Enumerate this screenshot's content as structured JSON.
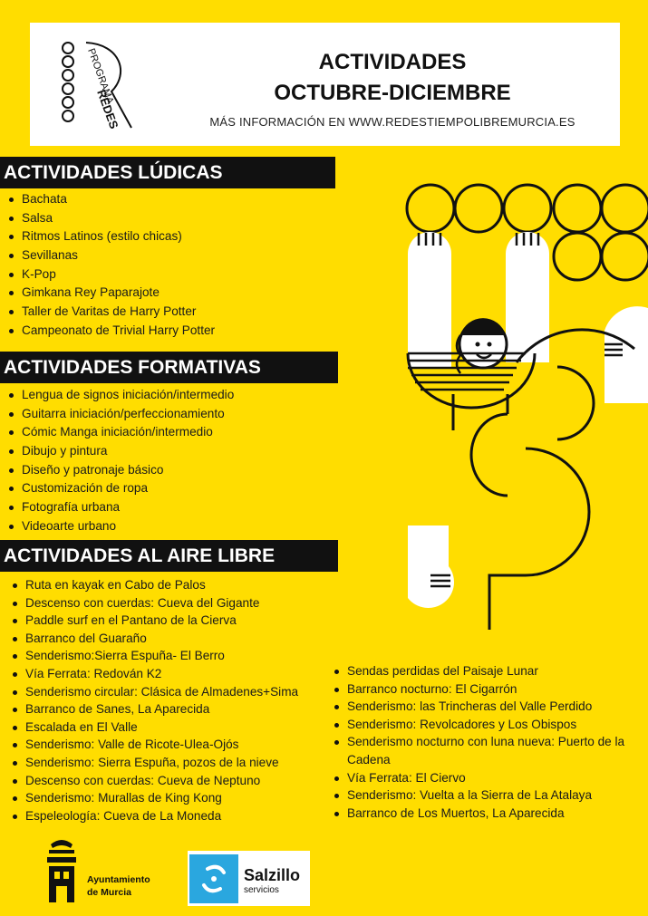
{
  "header": {
    "logo_text_1": "PROGRAMA",
    "logo_text_2": "REDES",
    "title_line1": "ACTIVIDADES",
    "title_line2": "OCTUBRE-DICIEMBRE",
    "info": "MÁS INFORMACIÓN EN WWW.REDESTIEMPOLIBREMURCIA.ES"
  },
  "sections": {
    "ludicas": {
      "title": "ACTIVIDADES LÚDICAS",
      "items": [
        "Bachata",
        "Salsa",
        "Ritmos Latinos (estilo chicas)",
        "Sevillanas",
        "K-Pop",
        "Gimkana Rey Paparajote",
        "Taller de Varitas de Harry Potter",
        "Campeonato de Trivial Harry Potter"
      ]
    },
    "formativas": {
      "title": "ACTIVIDADES FORMATIVAS",
      "items": [
        "Lengua de signos iniciación/intermedio",
        "Guitarra iniciación/perfeccionamiento",
        "Cómic Manga iniciación/intermedio",
        "Dibujo y pintura",
        "Diseño y patronaje básico",
        "Customización de ropa",
        "Fotografía urbana",
        "Videoarte urbano"
      ]
    },
    "aire_libre": {
      "title": "ACTIVIDADES AL AIRE LIBRE",
      "items_left": [
        "Ruta en kayak en Cabo de Palos",
        "Descenso con cuerdas: Cueva del Gigante",
        "Paddle surf en el Pantano de la Cierva",
        "Barranco del Guaraño",
        "Senderismo:Sierra Espuña- El Berro",
        "Vía Ferrata: Redován K2",
        "Senderismo circular: Clásica de Almadenes+Sima",
        "Barranco de Sanes, La Aparecida",
        "Escalada en El Valle",
        "Senderismo: Valle de Ricote-Ulea-Ojós",
        "Senderismo: Sierra Espuña, pozos de la nieve",
        "Descenso con cuerdas: Cueva de Neptuno",
        "Senderismo: Murallas de King Kong",
        "Espeleología: Cueva de La Moneda"
      ],
      "items_right": [
        "Sendas perdidas del Paisaje Lunar",
        "Barranco nocturno: El Cigarrón",
        "Senderismo: las Trincheras del Valle Perdido",
        "Senderismo: Revolcadores y Los Obispos",
        "Senderismo nocturno con luna nueva: Puerto de la Cadena",
        "Vía Ferrata: El Ciervo",
        "Senderismo: Vuelta a la Sierra de La Atalaya",
        "Barranco de Los Muertos, La Aparecida"
      ]
    }
  },
  "footer": {
    "ayuntamiento_line1": "Ayuntamiento",
    "ayuntamiento_line2": "de Murcia",
    "salzillo_name": "Salzillo",
    "salzillo_sub": "servicios"
  },
  "colors": {
    "background": "#FFDD00",
    "bar": "#111111",
    "salzillo_blue": "#2AA7DF"
  }
}
